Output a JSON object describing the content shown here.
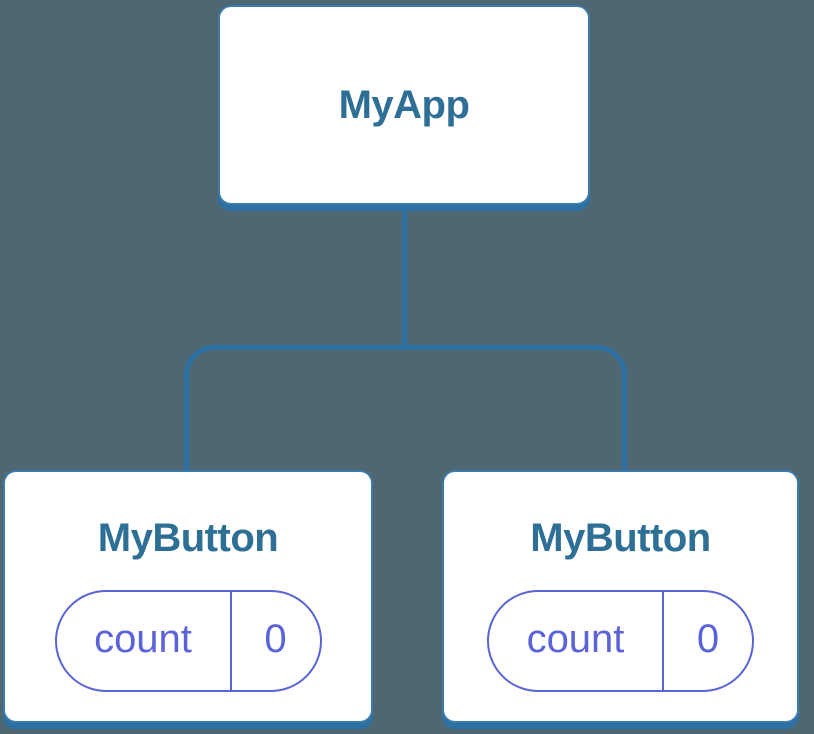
{
  "colors": {
    "background": "#4E6772",
    "connector": "#2D70A4",
    "card_border": "#3B7BA9",
    "card_bg": "#FFFFFF",
    "title_text": "#2E6F96",
    "state_accent": "#5B63D8"
  },
  "tree": {
    "root": {
      "label": "MyApp"
    },
    "children": [
      {
        "label": "MyButton",
        "state": {
          "key": "count",
          "value": "0"
        }
      },
      {
        "label": "MyButton",
        "state": {
          "key": "count",
          "value": "0"
        }
      }
    ]
  }
}
